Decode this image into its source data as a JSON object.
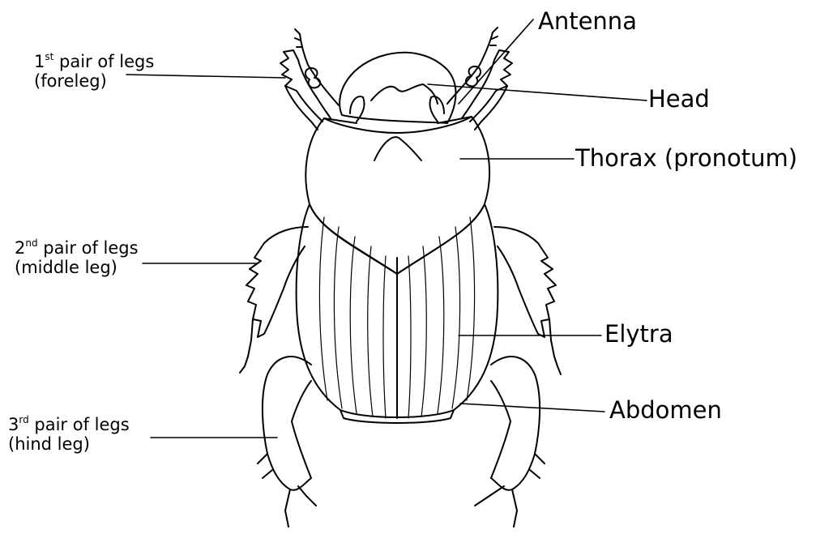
{
  "labels": {
    "antenna": "Antenna",
    "head": "Head",
    "thorax": "Thorax (pronotum)",
    "elytra": "Elytra",
    "abdomen": "Abdomen",
    "legs1": {
      "num": "1",
      "sup": "st",
      "rest": " pair of legs",
      "sub": "(foreleg)"
    },
    "legs2": {
      "num": "2",
      "sup": "nd",
      "rest": " pair of legs",
      "sub": "(middle leg)"
    },
    "legs3": {
      "num": "3",
      "sup": "rd",
      "rest": " pair of legs",
      "sub": "(hind leg)"
    }
  }
}
